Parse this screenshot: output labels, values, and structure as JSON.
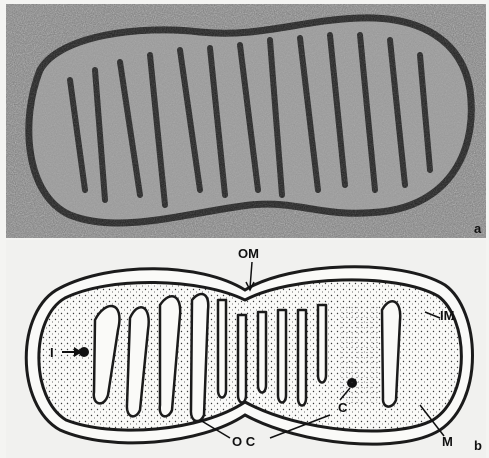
{
  "panel_a": {
    "letter": "a"
  },
  "panel_b": {
    "letter": "b",
    "labels": {
      "om": "OM",
      "im": "IM",
      "i": "I",
      "c": "C",
      "oc": "O C",
      "m": "M"
    }
  },
  "colors": {
    "micrograph_bg": "#6d6d6d",
    "membrane": "#1b1b1b",
    "diagram_bg": "#e8e8e6",
    "stipple": "#3a3a3a"
  }
}
